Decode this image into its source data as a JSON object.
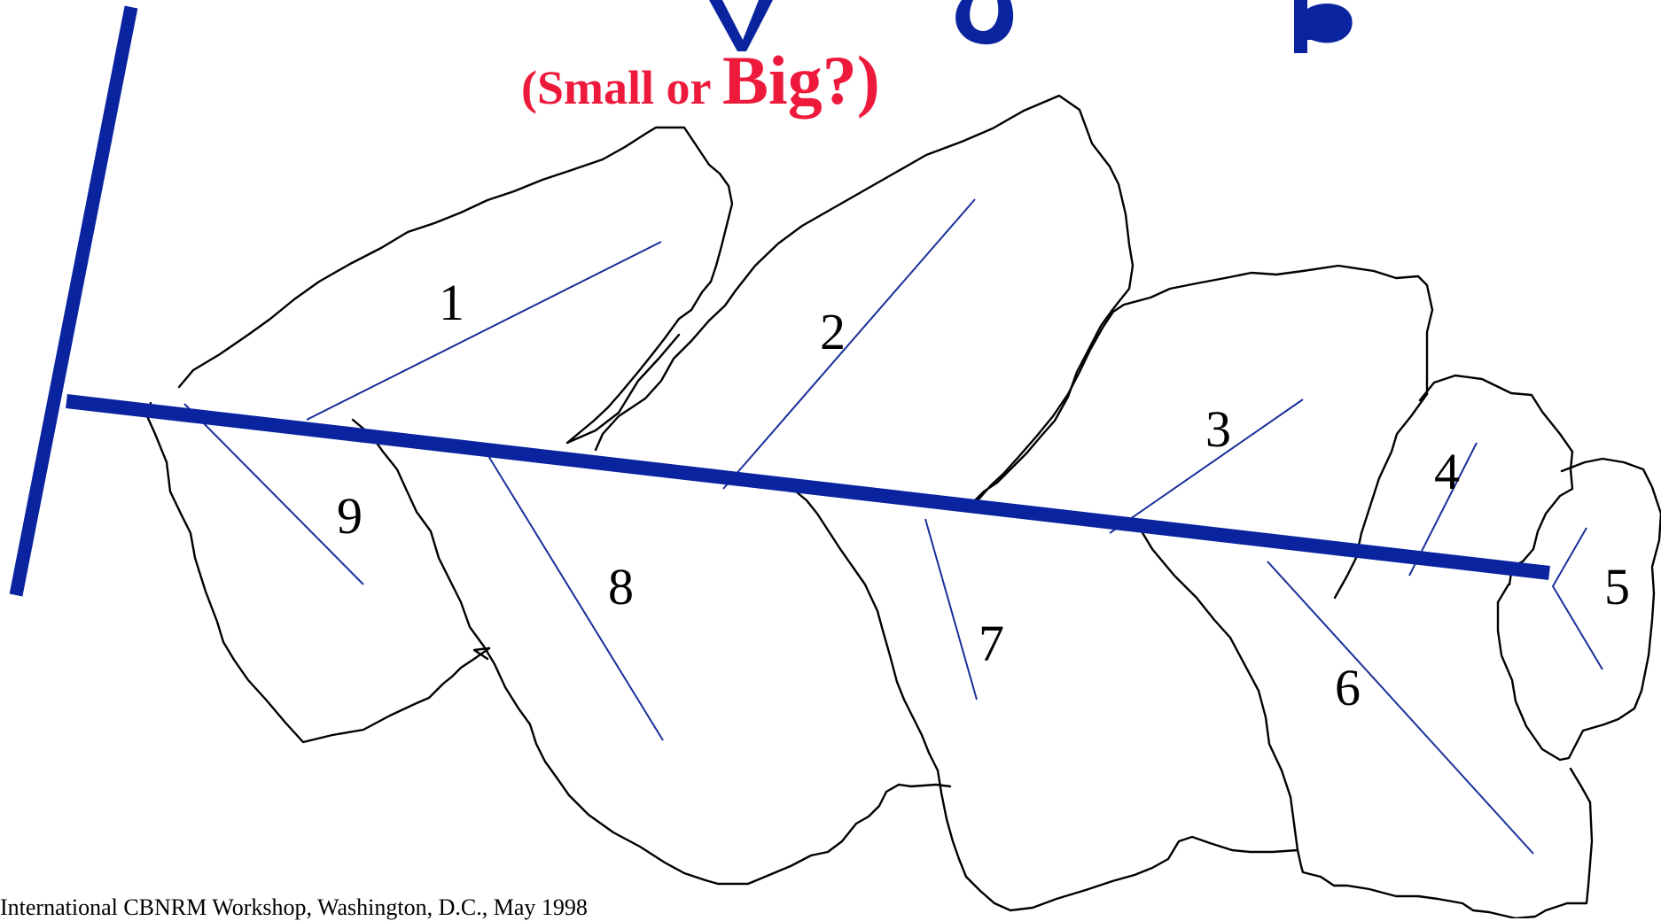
{
  "subtitle": {
    "prefix": "(Small or ",
    "emphasis": "Big?)"
  },
  "leaves": [
    {
      "id": "1",
      "label": "1"
    },
    {
      "id": "2",
      "label": "2"
    },
    {
      "id": "3",
      "label": "3"
    },
    {
      "id": "4",
      "label": "4"
    },
    {
      "id": "5",
      "label": "5"
    },
    {
      "id": "6",
      "label": "6"
    },
    {
      "id": "7",
      "label": "7"
    },
    {
      "id": "8",
      "label": "8"
    },
    {
      "id": "9",
      "label": "9"
    }
  ],
  "footer": "International CBNRM Workshop,  Washington, D.C.,  May 1998",
  "colors": {
    "axis": "#0a24a0",
    "vein": "#1a2f9a",
    "subtitle": "#ee1a3c",
    "outline": "#000000"
  }
}
